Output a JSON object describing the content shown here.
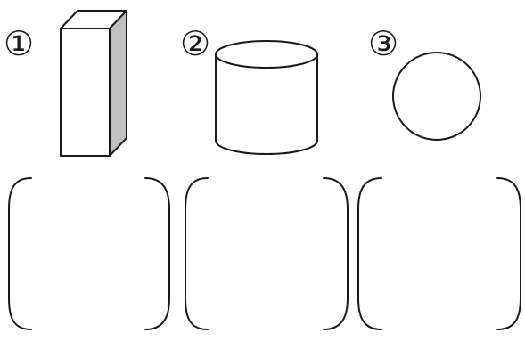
{
  "items": [
    {
      "marker": "①",
      "shape": "rectangular-prism"
    },
    {
      "marker": "②",
      "shape": "cylinder"
    },
    {
      "marker": "③",
      "shape": "circle"
    }
  ],
  "answer_boxes": [
    {
      "value": ""
    },
    {
      "value": ""
    },
    {
      "value": ""
    }
  ],
  "colors": {
    "stroke": "#1a1a1a",
    "shaded_face": "#c0c0c0",
    "background": "#ffffff"
  }
}
